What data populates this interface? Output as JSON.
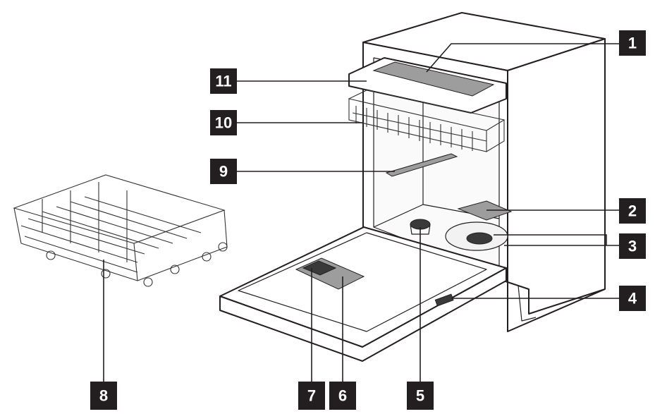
{
  "diagram": {
    "callouts": [
      {
        "id": "1",
        "label": "1"
      },
      {
        "id": "2",
        "label": "2"
      },
      {
        "id": "3",
        "label": "3"
      },
      {
        "id": "4",
        "label": "4"
      },
      {
        "id": "5",
        "label": "5"
      },
      {
        "id": "6",
        "label": "6"
      },
      {
        "id": "7",
        "label": "7"
      },
      {
        "id": "8",
        "label": "8"
      },
      {
        "id": "9",
        "label": "9"
      },
      {
        "id": "10",
        "label": "10"
      },
      {
        "id": "11",
        "label": "11"
      }
    ],
    "colors": {
      "label_box": "#231f20",
      "label_text": "#ffffff",
      "line_art": "#231f20",
      "shading": "#9d9d9d"
    }
  }
}
